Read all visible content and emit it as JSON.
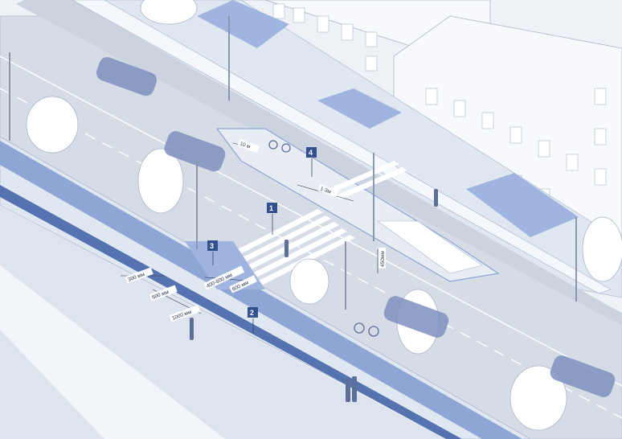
{
  "colors": {
    "background": "#eef2f7",
    "sidewalk": "#dfe7f0",
    "roadway": "#d4dbe5",
    "blue_zone": "#8ea6d6",
    "blue_dark": "#4c6aa8",
    "marker": "#33508f",
    "tree": "#ffffff",
    "building": "#f4f7fb"
  },
  "markers": [
    {
      "id": "1",
      "label": "1"
    },
    {
      "id": "2",
      "label": "2"
    },
    {
      "id": "3",
      "label": "3"
    },
    {
      "id": "4",
      "label": "4"
    }
  ],
  "dimensions": {
    "d1": "10 м",
    "d2": "1-3м",
    "d3": "300 мм",
    "d4": "400-600 мм",
    "d5": "600 мм",
    "d6": "600 мм",
    "d7": "1000 мм",
    "d8": "450мм"
  }
}
